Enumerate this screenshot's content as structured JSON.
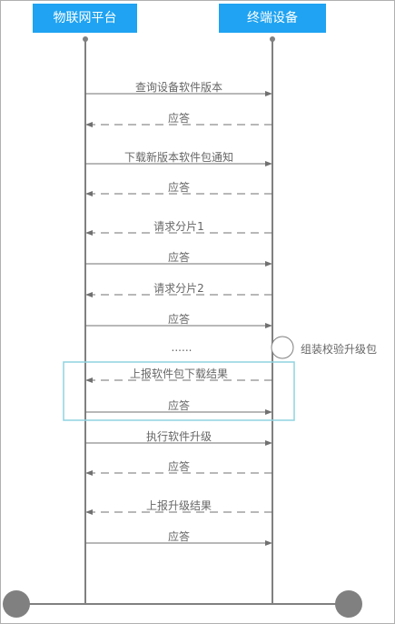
{
  "actors": {
    "left": "物联网平台",
    "right": "终端设备"
  },
  "messages": [
    {
      "label": "查询设备软件版本",
      "direction": "right",
      "style": "solid"
    },
    {
      "label": "应答",
      "direction": "left",
      "style": "dashed"
    },
    {
      "label": "下载新版本软件包通知",
      "direction": "right",
      "style": "solid"
    },
    {
      "label": "应答",
      "direction": "left",
      "style": "dashed"
    },
    {
      "label": "请求分片1",
      "direction": "left",
      "style": "dashed"
    },
    {
      "label": "应答",
      "direction": "right",
      "style": "solid"
    },
    {
      "label": "请求分片2",
      "direction": "left",
      "style": "dashed"
    },
    {
      "label": "应答",
      "direction": "right",
      "style": "solid"
    },
    {
      "label": "上报软件包下载结果",
      "direction": "left",
      "style": "dashed"
    },
    {
      "label": "应答",
      "direction": "right",
      "style": "solid"
    },
    {
      "label": "执行软件升级",
      "direction": "right",
      "style": "solid"
    },
    {
      "label": "应答",
      "direction": "left",
      "style": "dashed"
    },
    {
      "label": "上报升级结果",
      "direction": "left",
      "style": "dashed"
    },
    {
      "label": "应答",
      "direction": "right",
      "style": "solid"
    }
  ],
  "ellipsis": "......",
  "self_note": "组装校验升级包",
  "colors": {
    "actor_bg": "#1fa3f2",
    "line": "#808080",
    "highlight_box": "#8fd3e0"
  }
}
